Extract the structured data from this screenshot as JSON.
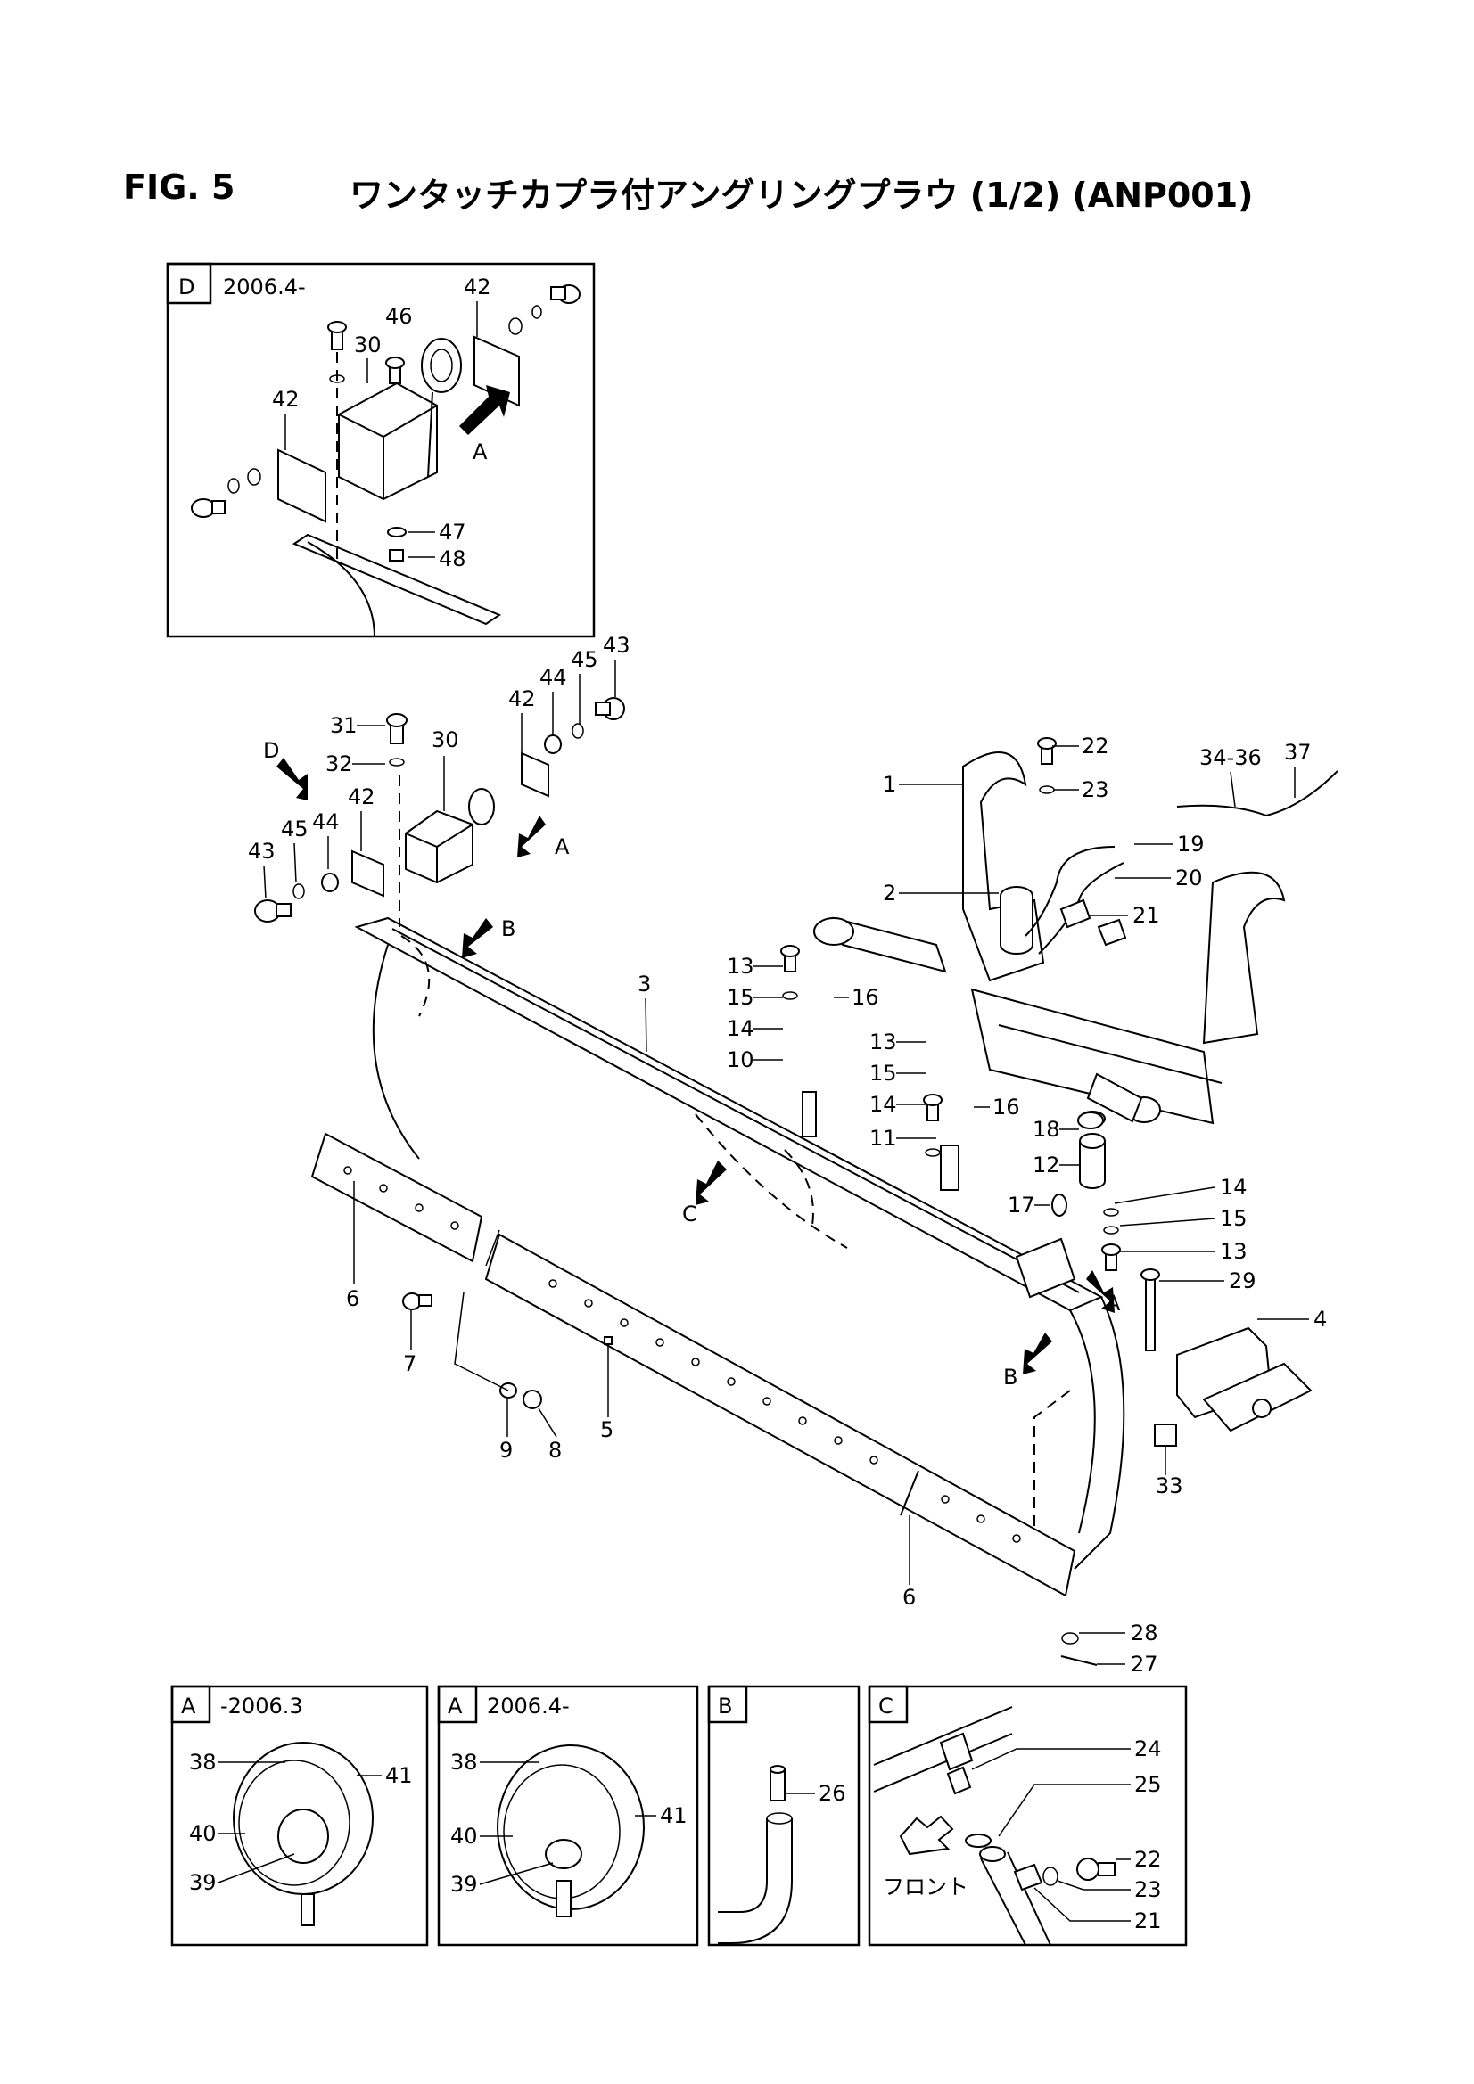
{
  "header": {
    "fig_number": "FIG. 5",
    "fig_title": "ワンタッチカプラ付アングリングプラウ (1/2) (ANP001)"
  },
  "insets": {
    "D": {
      "letter": "D",
      "date": "2006.4-"
    },
    "A1": {
      "letter": "A",
      "date": "-2006.3"
    },
    "A2": {
      "letter": "A",
      "date": "2006.4-"
    },
    "B": {
      "letter": "B"
    },
    "C": {
      "letter": "C",
      "front_label": "フロント"
    }
  },
  "view_arrows": {
    "A": "A",
    "B": "B",
    "C": "C",
    "D": "D"
  },
  "callouts": {
    "c1": "1",
    "c2": "2",
    "c3": "3",
    "c4": "4",
    "c5": "5",
    "c6": "6",
    "c7": "7",
    "c8": "8",
    "c9": "9",
    "c10": "10",
    "c11": "11",
    "c12": "12",
    "c13": "13",
    "c14": "14",
    "c15": "15",
    "c16": "16",
    "c17": "17",
    "c18": "18",
    "c19": "19",
    "c20": "20",
    "c21": "21",
    "c22": "22",
    "c23": "23",
    "c24": "24",
    "c25": "25",
    "c26": "26",
    "c27": "27",
    "c28": "28",
    "c29": "29",
    "c30": "30",
    "c31": "31",
    "c32": "32",
    "c33": "33",
    "c34_36": "34-36",
    "c37": "37",
    "c38": "38",
    "c39": "39",
    "c40": "40",
    "c41": "41",
    "c42": "42",
    "c43": "43",
    "c44": "44",
    "c45": "45",
    "c46": "46",
    "c47": "47",
    "c48": "48"
  }
}
